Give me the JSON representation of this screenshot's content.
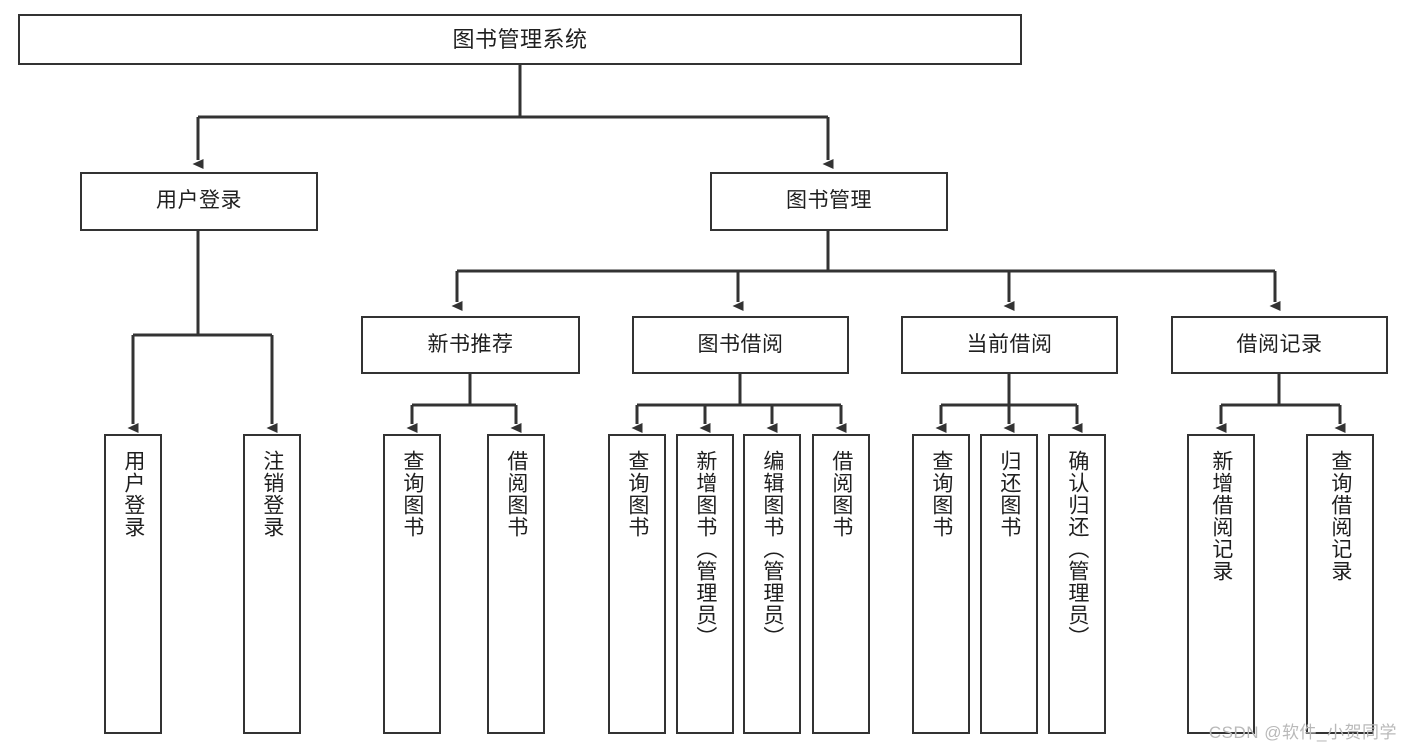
{
  "diagram": {
    "title": "图书管理系统",
    "type": "tree",
    "colors": {
      "background": "#ffffff",
      "border": "#333333",
      "text": "#1f1f1f",
      "connector": "#333333",
      "watermark": "#b9b9b9"
    },
    "root": {
      "label": "图书管理系统"
    },
    "level2": [
      {
        "label": "用户登录"
      },
      {
        "label": "图书管理"
      }
    ],
    "level3": [
      {
        "label": "新书推荐"
      },
      {
        "label": "图书借阅"
      },
      {
        "label": "当前借阅"
      },
      {
        "label": "借阅记录"
      }
    ],
    "leaves": {
      "user_login": [
        {
          "label": "用户登录"
        },
        {
          "label": "注销登录"
        }
      ],
      "new_book_recommend": [
        {
          "label": "查询图书"
        },
        {
          "label": "借阅图书"
        }
      ],
      "book_borrow": [
        {
          "label": "查询图书"
        },
        {
          "label": "新增图书（管理员）"
        },
        {
          "label": "编辑图书（管理员）"
        },
        {
          "label": "借阅图书"
        }
      ],
      "current_borrow": [
        {
          "label": "查询图书"
        },
        {
          "label": "归还图书"
        },
        {
          "label": "确认归还（管理员）"
        }
      ],
      "borrow_record": [
        {
          "label": "新增借阅记录"
        },
        {
          "label": "查询借阅记录"
        }
      ]
    },
    "watermark": "CSDN @软件_小贺同学"
  }
}
